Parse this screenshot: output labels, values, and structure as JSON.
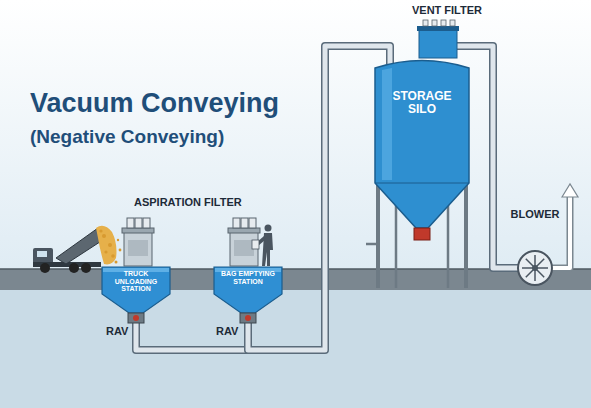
{
  "diagram": {
    "title": "Vacuum Conveying",
    "nodes": [
      {
        "text": [
          "TRUCK UNLOADING STATION"
        ]
      },
      {
        "text": [
          "BAG EMPTYING STATION"
        ]
      },
      {
        "text": [
          "STORAGE SILO"
        ]
      },
      {
        "text": [
          "VENT FILTER"
        ]
      },
      {
        "text": [
          "BLOWER"
        ]
      }
    ],
    "edges": [
      {
        "from": 0,
        "to": 1,
        "arrow": "none"
      },
      {
        "from": 1,
        "to": 2,
        "arrow": "none"
      },
      {
        "from": 3,
        "to": 4,
        "arrow": "none"
      }
    ],
    "labels": [
      "(Negative Conveying)",
      "ASPIRATION FILTER",
      "RAV",
      "RAV"
    ]
  }
}
